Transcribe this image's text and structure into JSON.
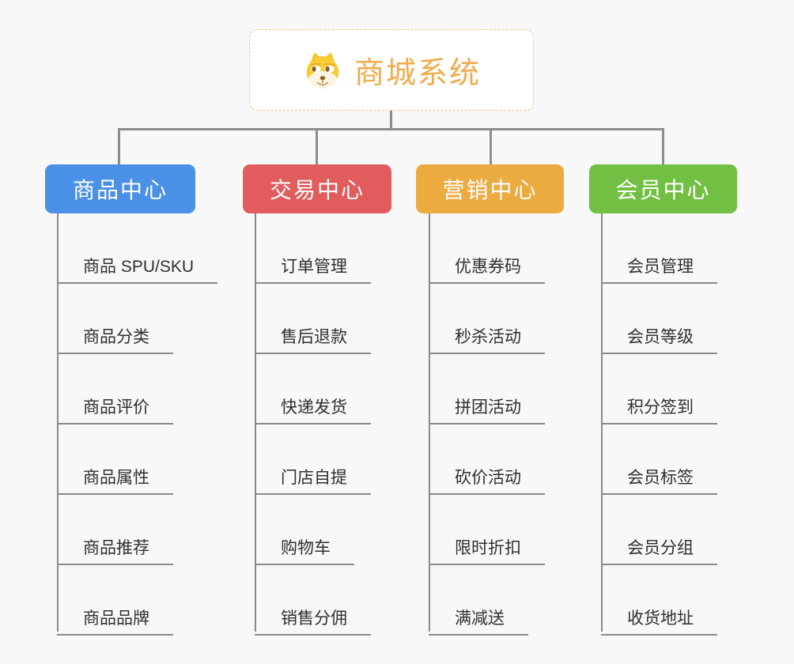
{
  "root": {
    "title": "商城系统",
    "icon": "doge-icon"
  },
  "branches": [
    {
      "id": "product-center",
      "label": "商品中心",
      "color": "#4a90e7",
      "items": [
        "商品 SPU/SKU",
        "商品分类",
        "商品评价",
        "商品属性",
        "商品推荐",
        "商品品牌"
      ]
    },
    {
      "id": "trade-center",
      "label": "交易中心",
      "color": "#e15c5c",
      "items": [
        "订单管理",
        "售后退款",
        "快递发货",
        "门店自提",
        "购物车",
        "销售分佣"
      ]
    },
    {
      "id": "marketing-center",
      "label": "营销中心",
      "color": "#ecab41",
      "items": [
        "优惠券码",
        "秒杀活动",
        "拼团活动",
        "砍价活动",
        "限时折扣",
        "满减送"
      ]
    },
    {
      "id": "member-center",
      "label": "会员中心",
      "color": "#72c043",
      "items": [
        "会员管理",
        "会员等级",
        "积分签到",
        "会员标签",
        "会员分组",
        "收货地址"
      ]
    }
  ],
  "colors": {
    "background": "#f8f8f8",
    "connector": "#8c8c8c",
    "root_text": "#f0ab4a",
    "root_border": "#f3c473",
    "leaf_text": "#2f2f2f",
    "branch_text": "#ffffff"
  }
}
